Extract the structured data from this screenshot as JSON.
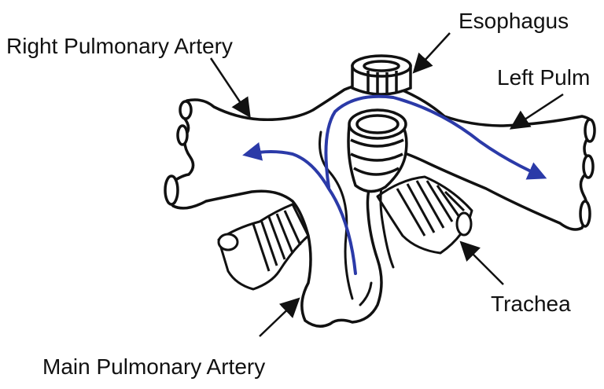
{
  "labels": {
    "right_pulmonary_artery": "Right Pulmonary Artery",
    "esophagus": "Esophagus",
    "left_pulmonary_artery": "Left Pulm",
    "trachea": "Trachea",
    "main_pulmonary_artery": "Main Pulmonary Artery"
  },
  "colors": {
    "outline": "#111111",
    "flow_arrow": "#2b3aa8",
    "background": "#ffffff"
  }
}
